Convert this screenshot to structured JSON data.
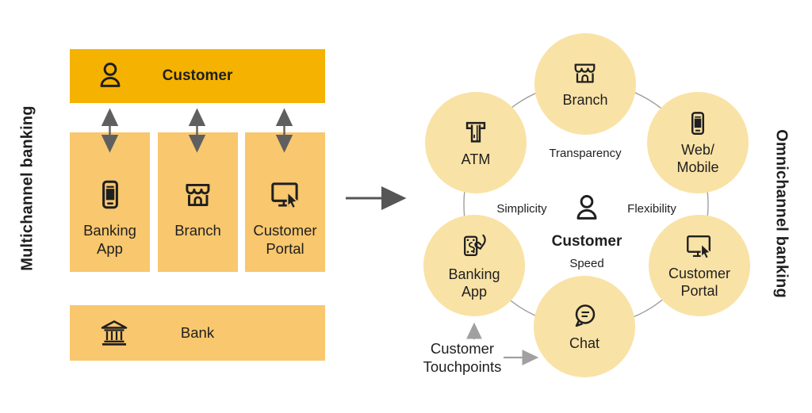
{
  "left": {
    "side_label": "Multichannel banking",
    "customer_box": {
      "label": "Customer"
    },
    "channels": [
      {
        "id": "banking-app",
        "icon": "smartphone-icon",
        "lines": [
          "Banking",
          "App"
        ]
      },
      {
        "id": "branch",
        "icon": "storefront-icon",
        "lines": [
          "Branch"
        ]
      },
      {
        "id": "customer-portal",
        "icon": "monitor-cursor-icon",
        "lines": [
          "Customer",
          "Portal"
        ]
      }
    ],
    "bank_box": {
      "label": "Bank",
      "icon": "bank-icon"
    }
  },
  "right": {
    "side_label": "Omnichannel banking",
    "center": {
      "label": "Customer",
      "icon": "person-icon"
    },
    "qualities": {
      "top": "Transparency",
      "left": "Simplicity",
      "right": "Flexibility",
      "bottom": "Speed"
    },
    "nodes": [
      {
        "id": "branch",
        "icon": "storefront-icon",
        "lines": [
          "Branch"
        ]
      },
      {
        "id": "web-mobile",
        "icon": "smartphone-icon",
        "lines": [
          "Web/",
          "Mobile"
        ]
      },
      {
        "id": "customer-portal",
        "icon": "monitor-cursor-icon",
        "lines": [
          "Customer",
          "Portal"
        ]
      },
      {
        "id": "chat",
        "icon": "chat-bubble-icon",
        "lines": [
          "Chat"
        ]
      },
      {
        "id": "banking-app",
        "icon": "money-hand-icon",
        "lines": [
          "Banking",
          "App"
        ]
      },
      {
        "id": "atm",
        "icon": "atm-icon",
        "lines": [
          "ATM"
        ]
      }
    ],
    "touchpoints": {
      "lines": [
        "Customer",
        "Touchpoints"
      ]
    }
  },
  "colors": {
    "amber": "#F5B201",
    "light_orange": "#F8C76E",
    "pale_yellow": "#F9E2A5",
    "text": "#1F1F1F",
    "arrow_gray": "#5F5F5F",
    "arrow_light_gray": "#A0A0A0",
    "ring_gray": "#9E9E9E"
  }
}
